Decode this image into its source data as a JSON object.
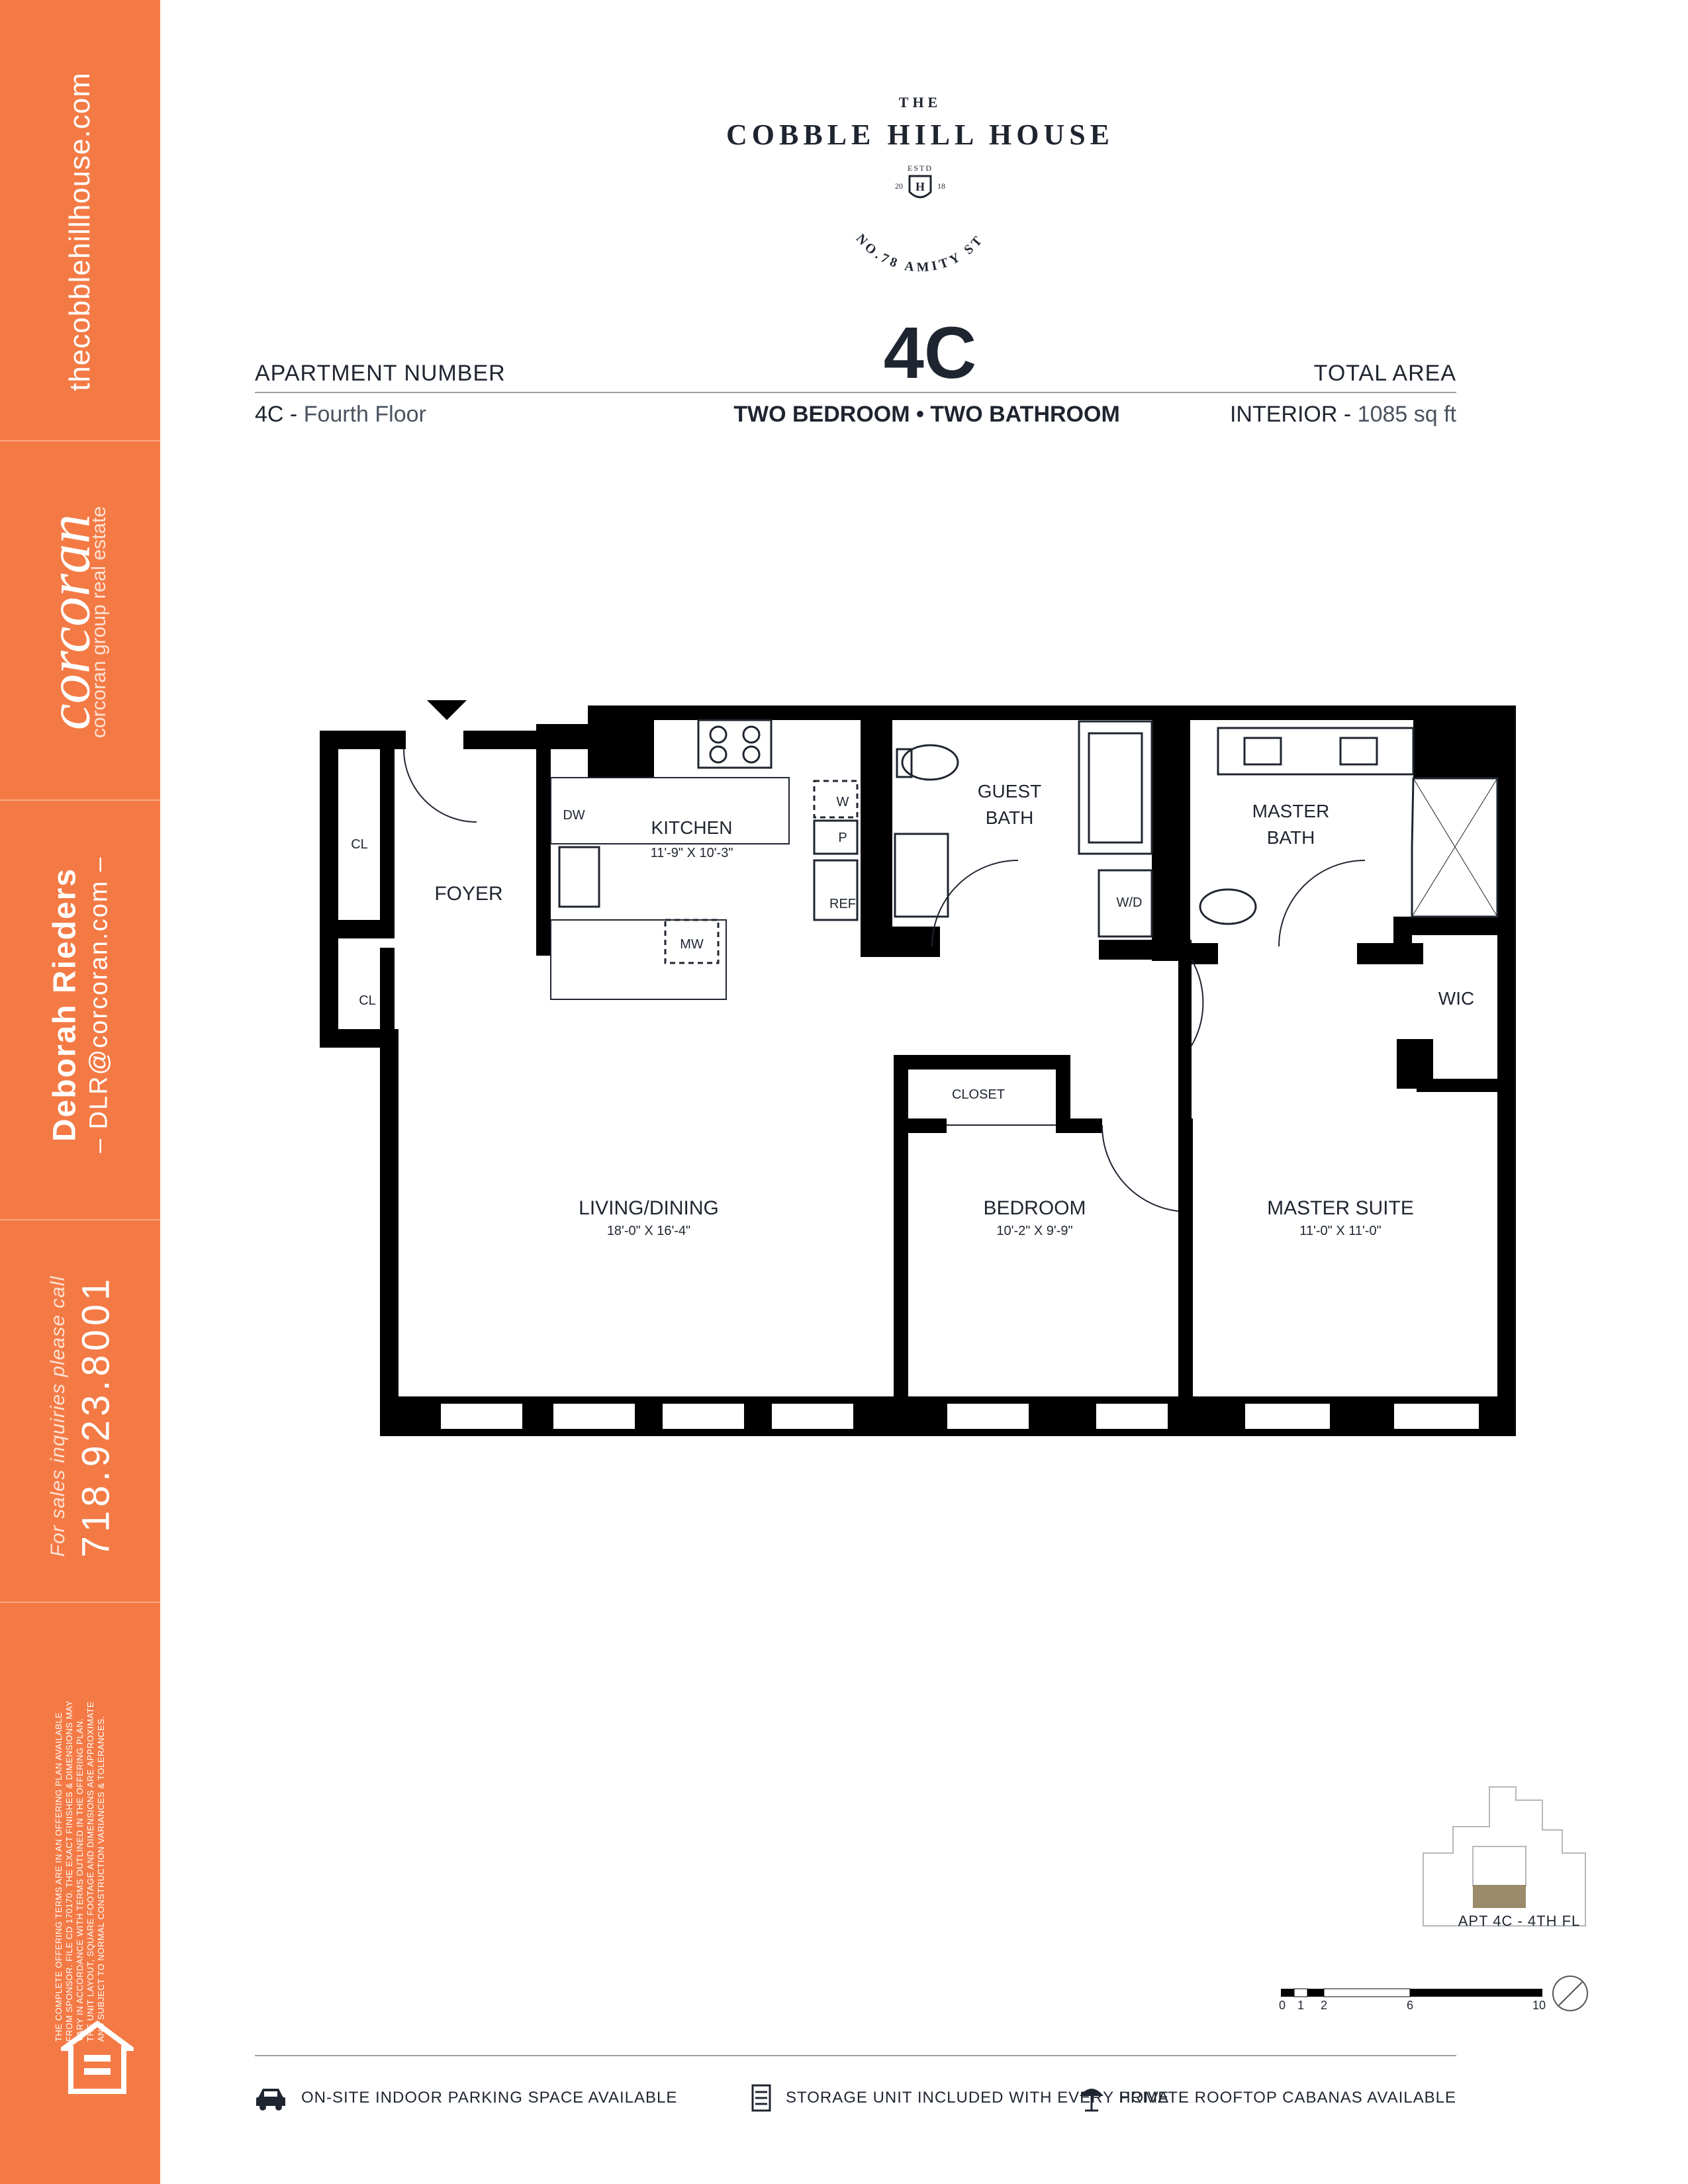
{
  "sidebar": {
    "website": "thecobblehillhouse.com",
    "brand": "corcoran",
    "brand_sub": "corcoran group real estate",
    "agent_name": "Deborah Rieders",
    "agent_email": "– DLR@corcoran.com –",
    "phone_label": "For sales inquiries please call",
    "phone": "718.923.8001",
    "disclaimer": "The complete offering terms are in an offering plan available from sponsor. File CD 170170. The exact finishes & dimensions may vary in accordance with terms outlined in the offering plan. The unit layout, square footage and dimensions are approximate and subject to normal construction variances & tolerances.",
    "eho_label": "EQUAL HOUSING OPPORTUNITY"
  },
  "logo": {
    "the": "THE",
    "name": "COBBLE HILL HOUSE",
    "estd": "ESTD",
    "year_left": "20",
    "year_right": "18",
    "monogram": "H",
    "address": "NO.78 AMITY ST"
  },
  "header": {
    "apartment_number_label": "APARTMENT NUMBER",
    "apartment": "4C",
    "total_area_label": "TOTAL AREA",
    "floor_prefix": "4C -",
    "floor": "Fourth Floor",
    "unit_type": "TWO BEDROOM • TWO BATHROOM",
    "interior_prefix": "INTERIOR -",
    "interior_area": "1085 sq ft"
  },
  "plan": {
    "rooms": {
      "kitchen": "KITCHEN",
      "kitchen_dim": "11'-9\" X 10'-3\"",
      "foyer": "FOYER",
      "guest_bath_1": "GUEST",
      "guest_bath_2": "BATH",
      "master_bath_1": "MASTER",
      "master_bath_2": "BATH",
      "living": "LIVING/DINING",
      "living_dim": "18'-0\" X 16'-4\"",
      "bedroom": "BEDROOM",
      "bedroom_dim": "10'-2\" X 9'-9\"",
      "master_suite": "MASTER SUITE",
      "master_suite_dim": "11'-0\" X 11'-0\"",
      "closet": "CLOSET",
      "wic": "WIC",
      "cl_top": "CL",
      "cl_bottom": "CL",
      "dw": "DW",
      "mw": "MW",
      "w": "W",
      "p": "P",
      "ref": "REF",
      "wd": "W/D"
    }
  },
  "keyplan": {
    "label": "APT 4C - 4TH FL"
  },
  "scale": {
    "ticks": [
      "0",
      "1",
      "2",
      "6",
      "10"
    ]
  },
  "footer": {
    "parking": "ON-SITE INDOOR PARKING SPACE AVAILABLE",
    "storage": "STORAGE UNIT INCLUDED WITH EVERY HOME",
    "rooftop": "PRIVATE ROOFTOP CABANAS AVAILABLE"
  },
  "colors": {
    "sidebar": "#f47a45",
    "text": "#1f2530",
    "keyplan_unit": "#9b8b6a"
  }
}
